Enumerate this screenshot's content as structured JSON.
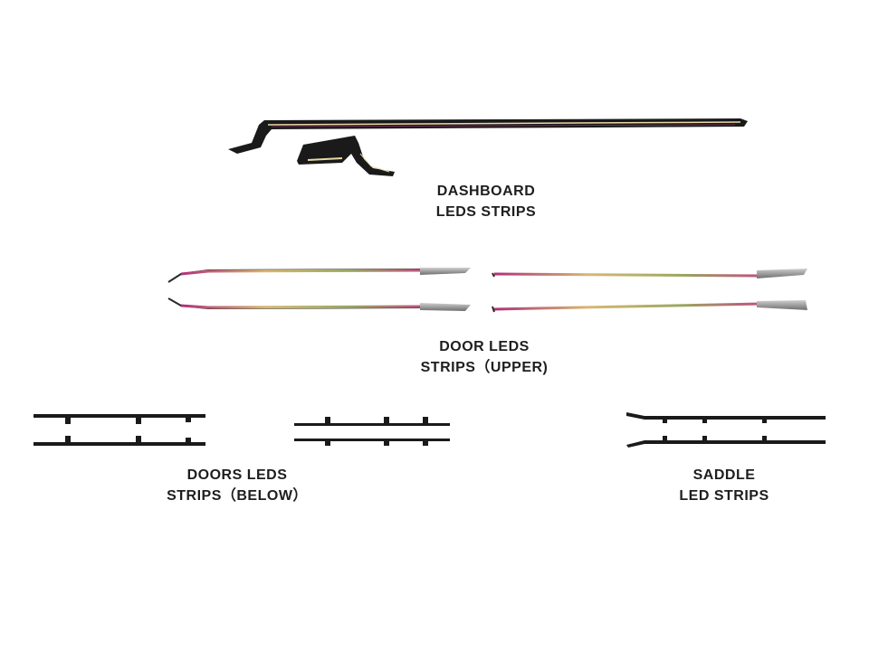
{
  "labels": {
    "dashboard": {
      "line1": "DASHBOARD",
      "line2": "LEDS STRIPS"
    },
    "door_upper": {
      "line1": "DOOR LEDS",
      "line2": "STRIPS（UPPER)"
    },
    "doors_below": {
      "line1": "DOORS LEDS",
      "line2": "STRIPS（BELOW）"
    },
    "saddle": {
      "line1": "SADDLE",
      "line2": "LED STRIPS"
    }
  },
  "colors": {
    "strip_outline": "#1a1a1a",
    "led_gold": "#d8b870",
    "led_magenta": "#b0307a",
    "led_green": "#9aa860",
    "connector_gray": "#9a9a9a",
    "text": "#1e1e1e"
  }
}
